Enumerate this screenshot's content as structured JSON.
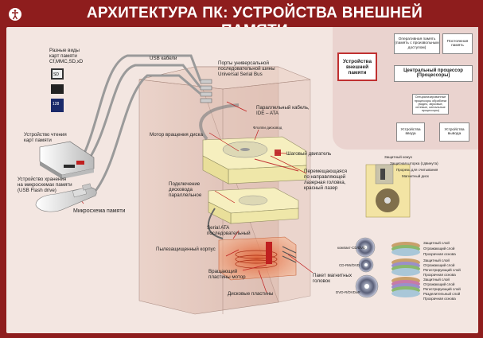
{
  "title": "АРХИТЕКТУРА ПК: УСТРОЙСТВА ВНЕШНЕЙ ПАМЯТИ",
  "labels": {
    "card_types": "Разные виды\nкарт памяти\nCf,MMC,SD,xD",
    "usb_cables": "USB кабели",
    "usb_ports": "Порты универсальной\nпоследовательной шины\nUniversal Serial Bus",
    "parallel_cable": "Параллельный кабель,\nIDE – ATA",
    "floppy_drive": "Флоппи дисковод",
    "disk_motor": "Мотор вращения диска",
    "stepper_motor": "Шаговый двигатель",
    "card_reader": "Устройство чтения\nкарт памяти",
    "laser_head": "Перемещающаяся\nпо направляющей\nлазерная головка,\nкрасный лазер",
    "flash_drive": "Устройство хранения\nна микросхемах памяти\n(USB Flash drive)",
    "memory_chip": "Микросхема памяти",
    "parallel_connection": "Подключение\nдисковода\nпараллельное",
    "serial_ata": "Serial ATA\nпоследовательный",
    "dustproof_case": "Пылезащищенный корпус",
    "head_pack": "Пакет магнитных\nголовок",
    "platter_motor": "Вращающий\nпластины мотор",
    "platters": "Дисковые пластины",
    "card_sd": "SD",
    "card_128": "128"
  },
  "cpu_diagram": {
    "external_memory": "Устройства\nвнешней\nпамяти",
    "ram": "Оперативная память\n(память с произвольным\nдоступом)",
    "rom": "Постоянная\nпамять",
    "cpu": "Центральный процессор\n(Процессоры)",
    "special_processors": "Специализированные\nпроцессоры обработки\n(видео, звуковые,\nсетевые, сигнальные\nпроцессоры)",
    "input": "Устройства\nввода",
    "output": "Устройства\nвывода"
  },
  "floppy": {
    "label_protect": "Защитный кожух",
    "label_shutter": "Защитная шторка (сдвинута)",
    "label_hole": "Прорезь для считывания",
    "label_disk": "Магнитный диск"
  },
  "optical": {
    "disc1": "компакт-CD/DVD",
    "disc2": "CD-RW/DVD",
    "disc3": "DVD-R/DVD±R",
    "layers1": [
      "Защитный слой",
      "Отражающий слой",
      "Прозрачная основа"
    ],
    "layers2": [
      "Защитный слой",
      "Отражающий слой",
      "Регистрирующий слой",
      "Прозрачная основа"
    ],
    "layers3": [
      "Защитный слой",
      "Отражающий слой",
      "Регистрирующий слой",
      "Разделительный слой",
      "Прозрачная основа"
    ]
  },
  "colors": {
    "frame": "#8e1d1d",
    "panel": "#f3e6e1",
    "accent": "#c03030"
  }
}
